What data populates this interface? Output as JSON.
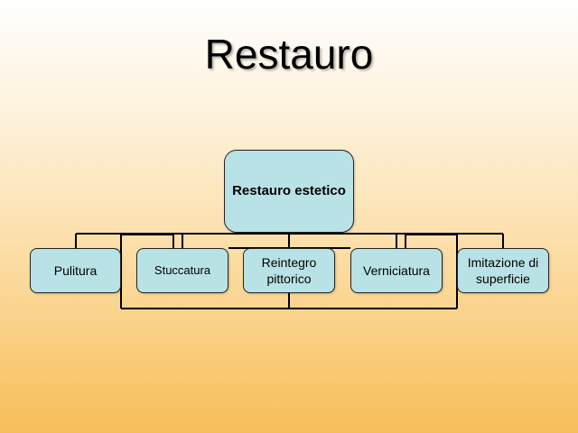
{
  "title": "Restauro",
  "root": {
    "label": "Restauro estetico"
  },
  "children": [
    {
      "label": "Pulitura"
    },
    {
      "label": "Stuccatura"
    },
    {
      "label": "Reintegro pittorico"
    },
    {
      "label": "Verniciatura"
    },
    {
      "label": "Imitazione di superficie"
    }
  ],
  "colors": {
    "node_fill": "#b9e2e6",
    "connector": "#000000",
    "background_top": "#ffffff",
    "background_bottom": "#f8be58"
  }
}
